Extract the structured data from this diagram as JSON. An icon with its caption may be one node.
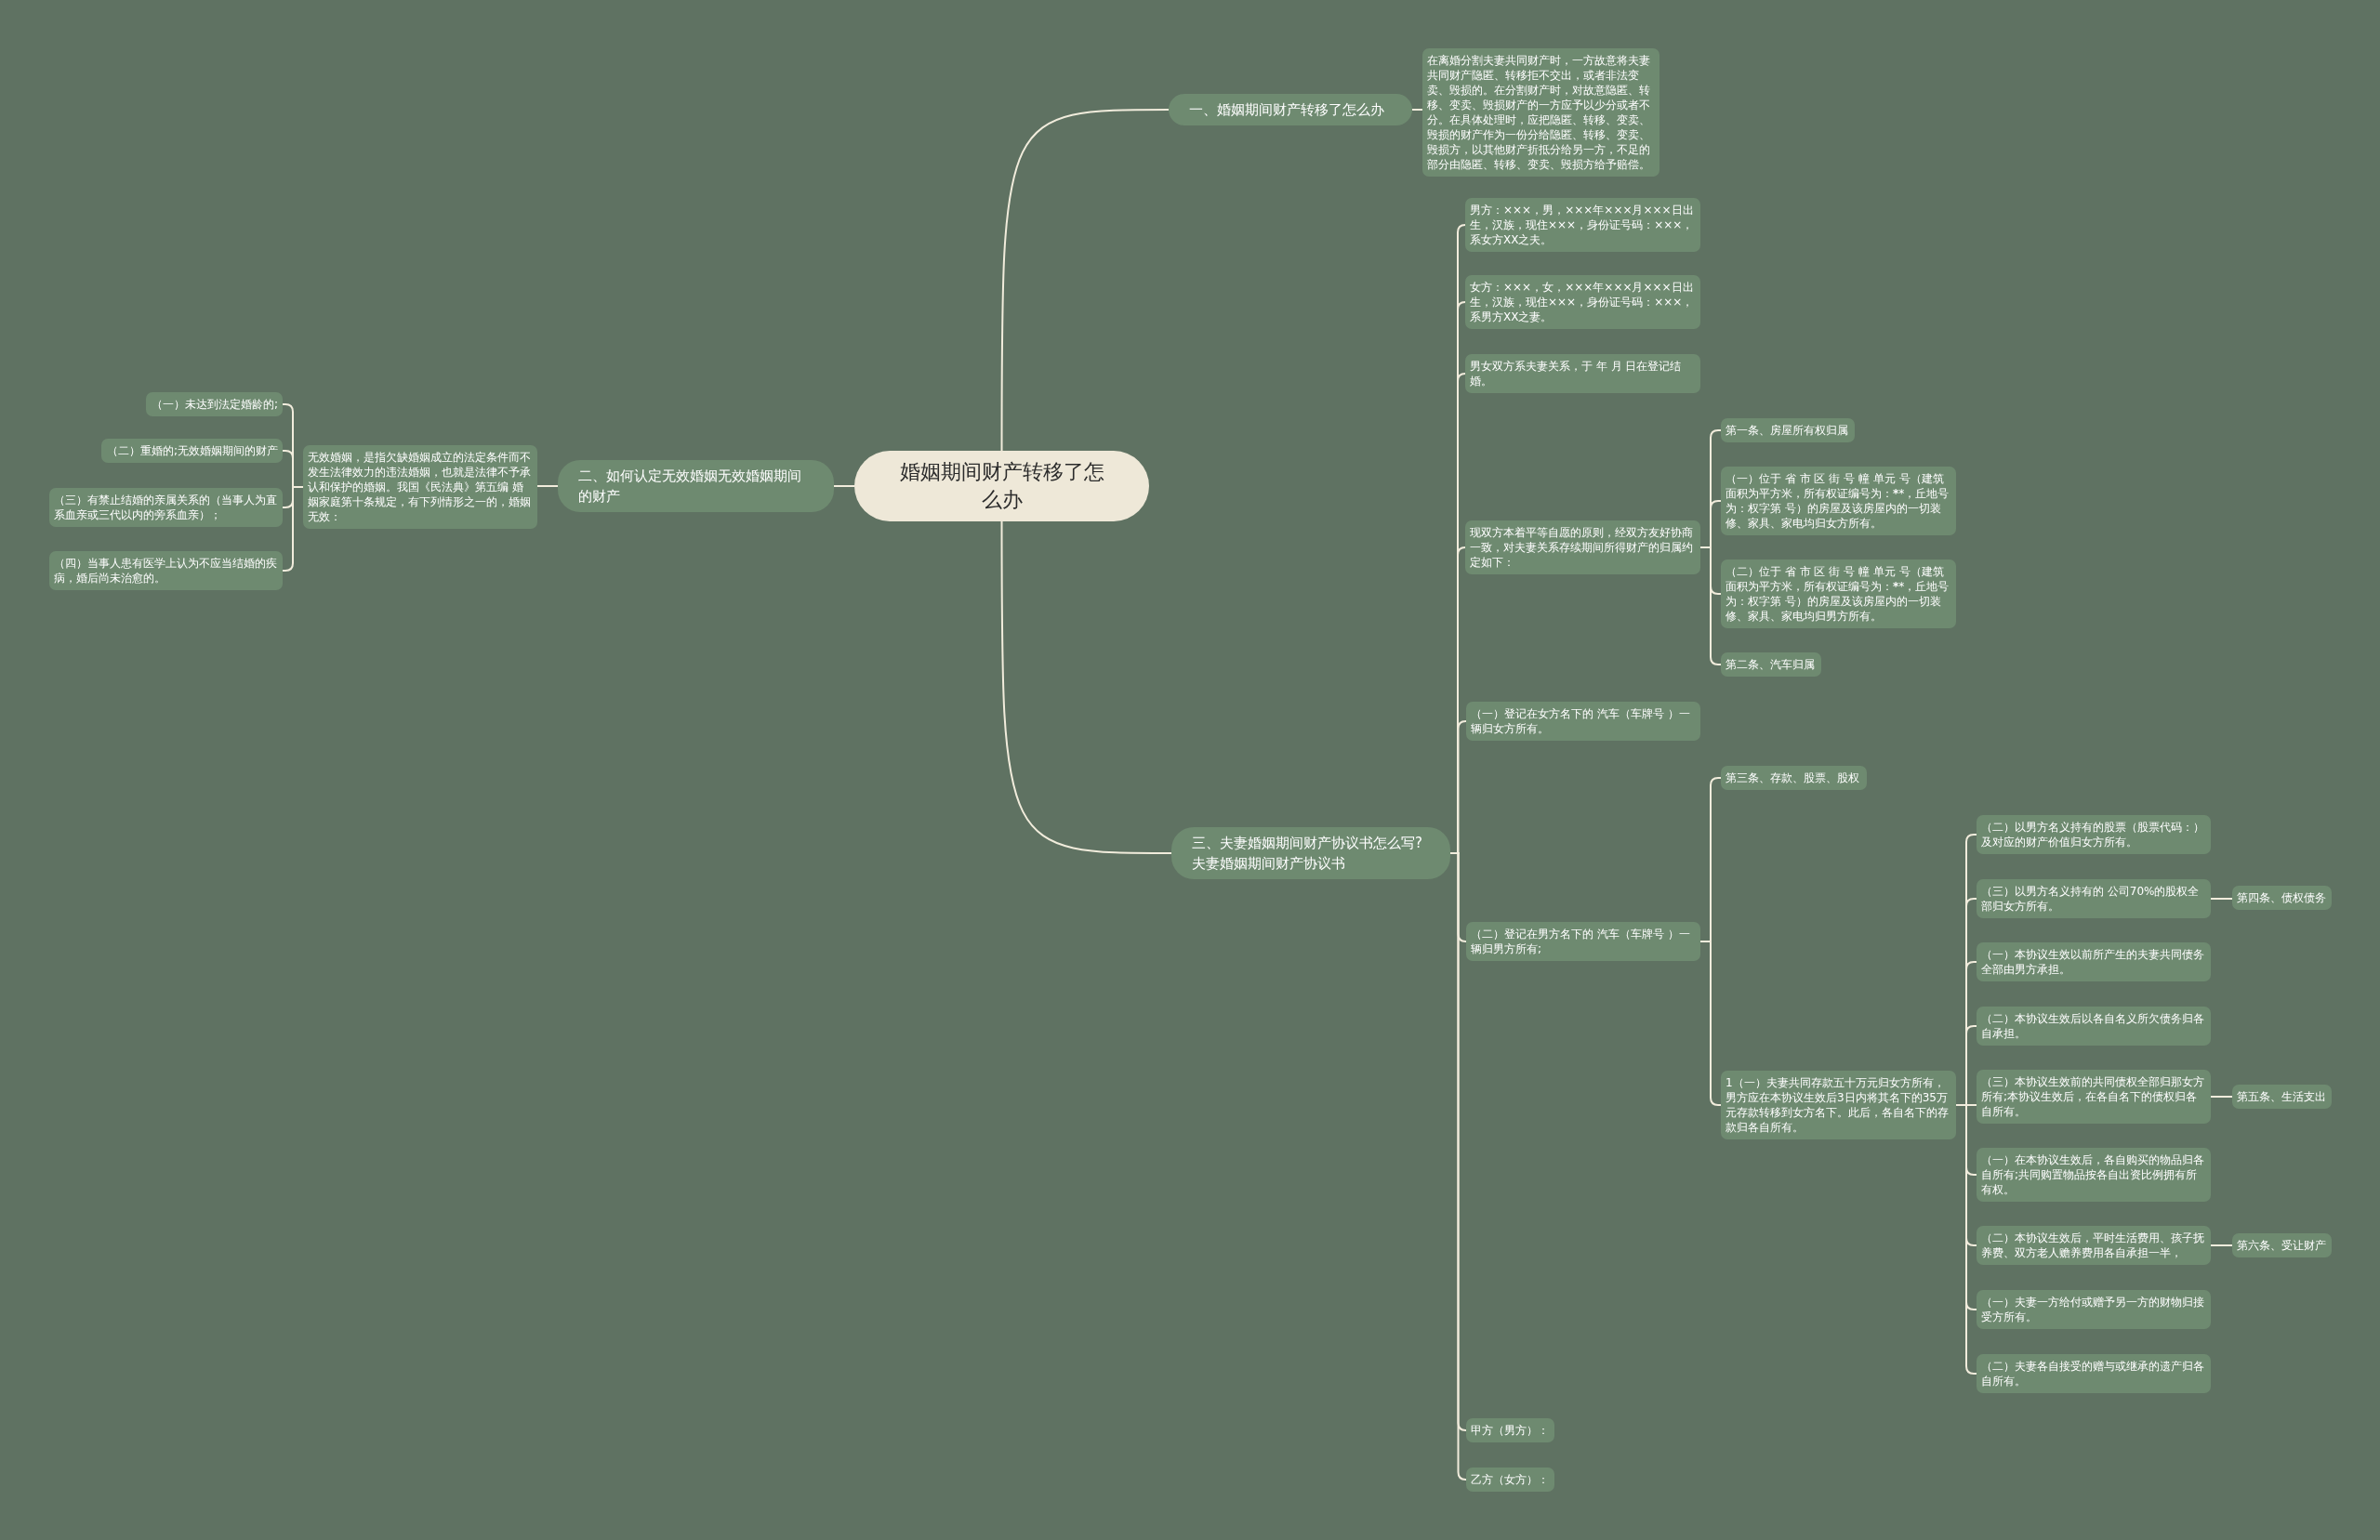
{
  "diagram": {
    "nodes": [
      {
        "text": [
          "婚姻期间财产转移了怎么办"
        ]
      },
      {
        "text": [
          "一、婚姻期间财产转移了怎么办"
        ]
      },
      {
        "text": [
          "在离婚分割夫妻共同财产时，一方故意将夫妻共同财产隐匿、转移拒不交出，或者非法变卖、毁损的。在分割财产时，对故意隐匿、转移、变卖、毁损财产的一方应予以少分或者不分。在具体处理时，应把隐匿、转移、变卖、毁损的财产作为一份分给隐匿、转移、变卖、毁损方，以其他财产折抵分给另一方，不足的部分由隐匿、转移、变卖、毁损方给予赔偿。"
        ]
      },
      {
        "text": [
          "二、如何认定无效婚姻无效婚姻期间的财产"
        ]
      },
      {
        "text": [
          "无效婚姻，是指欠缺婚姻成立的法定条件而不发生法律效力的违法婚姻，也就是法律不予承认和保护的婚姻。我国《民法典》第五编 婚姻家庭第十条规定，有下列情形之一的，婚姻无效："
        ]
      },
      {
        "text": [
          "（一）未达到法定婚龄的;"
        ]
      },
      {
        "text": [
          "（二）重婚的;无效婚姻期间的财产"
        ]
      },
      {
        "text": [
          "（三）有禁止结婚的亲属关系的（当事人为直系血亲或三代以内的旁系血亲）；"
        ]
      },
      {
        "text": [
          "（四）当事人患有医学上认为不应当结婚的疾病，婚后尚未治愈的。"
        ]
      },
      {
        "text": [
          "三、夫妻婚姻期间财产协议书怎么写?夫妻婚姻期间财产协议书"
        ]
      },
      {
        "text": [
          "男方：×××，男，×××年×××月×××日出生，汉族，现住×××，身份证号码：×××，系女方XX之夫。"
        ]
      },
      {
        "text": [
          "女方：×××，女，×××年×××月×××日出生，汉族，现住×××，身份证号码：×××，系男方XX之妻。"
        ]
      },
      {
        "text": [
          "男女双方系夫妻关系，于 年 月 日在登记结婚。"
        ]
      },
      {
        "text": [
          "现双方本着平等自愿的原则，经双方友好协商一致，对夫妻关系存续期间所得财产的归属约定如下："
        ]
      },
      {
        "text": [
          "第一条、房屋所有权归属"
        ]
      },
      {
        "text": [
          "（一）位于 省 市 区 街 号 幢 单元 号（建筑面积为平方米，所有权证编号为：******，丘地号为：权字第 号）的房屋及该房屋内的一切装修、家具、家电均归女方所有。"
        ]
      },
      {
        "text": [
          "（二）位于 省 市 区 街 号 幢 单元 号（建筑面积为平方米，所有权证编号为：******，丘地号为：权字第 号）的房屋及该房屋内的一切装修、家具、家电均归男方所有。"
        ]
      },
      {
        "text": [
          "第二条、汽车归属"
        ]
      },
      {
        "text": [
          "（一）登记在女方名下的 汽车（车牌号 ）一辆归女方所有。"
        ]
      },
      {
        "text": [
          "（二）登记在男方名下的 汽车（车牌号 ）一辆归男方所有;"
        ]
      },
      {
        "text": [
          "第三条、存款、股票、股权"
        ]
      },
      {
        "text": [
          "1（一）夫妻共同存款五十万元归女方所有，男方应在本协议生效后3日内将其名下的35万元存款转移到女方名下。此后，各自名下的存款归各自所有。"
        ]
      },
      {
        "text": [
          "（二）以男方名义持有的股票（股票代码：）及对应的财产价值归女方所有。"
        ]
      },
      {
        "text": [
          "（三）以男方名义持有的 公司70%的股权全部归女方所有。"
        ]
      },
      {
        "text": [
          "第四条、债权债务"
        ]
      },
      {
        "text": [
          "（一）本协议生效以前所产生的夫妻共同债务全部由男方承担。"
        ]
      },
      {
        "text": [
          "（二）本协议生效后以各自名义所欠债务归各自承担。"
        ]
      },
      {
        "text": [
          "（三）本协议生效前的共同债权全部归那女方所有;本协议生效后，在各自名下的债权归各自所有。"
        ]
      },
      {
        "text": [
          "第五条、生活支出"
        ]
      },
      {
        "text": [
          "（一）在本协议生效后，各自购买的物品归各自所有;共同购置物品按各自出资比例拥有所有权。"
        ]
      },
      {
        "text": [
          "（二）本协议生效后，平时生活费用、孩子抚养费、双方老人赡养费用各自承担一半，"
        ]
      },
      {
        "text": [
          "第六条、受让财产"
        ]
      },
      {
        "text": [
          "（一）夫妻一方给付或赠予另一方的财物归接受方所有。"
        ]
      },
      {
        "text": [
          "（二）夫妻各自接受的赠与或继承的遗产归各自所有。"
        ]
      },
      {
        "text": [
          "甲方（男方）："
        ]
      },
      {
        "text": [
          "乙方（女方）："
        ]
      }
    ],
    "edges": [
      {
        "from": 0,
        "to": 1,
        "arrow": "none"
      },
      {
        "from": 1,
        "to": 2,
        "arrow": "none"
      },
      {
        "from": 0,
        "to": 3,
        "arrow": "none"
      },
      {
        "from": 3,
        "to": 4,
        "arrow": "none"
      },
      {
        "from": 4,
        "to": 5,
        "arrow": "none"
      },
      {
        "from": 4,
        "to": 6,
        "arrow": "none"
      },
      {
        "from": 4,
        "to": 7,
        "arrow": "none"
      },
      {
        "from": 4,
        "to": 8,
        "arrow": "none"
      },
      {
        "from": 0,
        "to": 9,
        "arrow": "none"
      },
      {
        "from": 9,
        "to": 10,
        "arrow": "none"
      },
      {
        "from": 9,
        "to": 11,
        "arrow": "none"
      },
      {
        "from": 9,
        "to": 12,
        "arrow": "none"
      },
      {
        "from": 9,
        "to": 13,
        "arrow": "none"
      },
      {
        "from": 13,
        "to": 14,
        "arrow": "none"
      },
      {
        "from": 13,
        "to": 15,
        "arrow": "none"
      },
      {
        "from": 13,
        "to": 16,
        "arrow": "none"
      },
      {
        "from": 13,
        "to": 17,
        "arrow": "none"
      },
      {
        "from": 9,
        "to": 18,
        "arrow": "none"
      },
      {
        "from": 9,
        "to": 19,
        "arrow": "none"
      },
      {
        "from": 19,
        "to": 20,
        "arrow": "none"
      },
      {
        "from": 19,
        "to": 21,
        "arrow": "none"
      },
      {
        "from": 21,
        "to": 22,
        "arrow": "none"
      },
      {
        "from": 21,
        "to": 23,
        "arrow": "none"
      },
      {
        "from": 23,
        "to": 24,
        "arrow": "none"
      },
      {
        "from": 21,
        "to": 25,
        "arrow": "none"
      },
      {
        "from": 21,
        "to": 26,
        "arrow": "none"
      },
      {
        "from": 21,
        "to": 27,
        "arrow": "none"
      },
      {
        "from": 27,
        "to": 28,
        "arrow": "none"
      },
      {
        "from": 21,
        "to": 29,
        "arrow": "none"
      },
      {
        "from": 21,
        "to": 30,
        "arrow": "none"
      },
      {
        "from": 30,
        "to": 31,
        "arrow": "none"
      },
      {
        "from": 21,
        "to": 32,
        "arrow": "none"
      },
      {
        "from": 21,
        "to": 33,
        "arrow": "none"
      },
      {
        "from": 9,
        "to": 34,
        "arrow": "none"
      },
      {
        "from": 9,
        "to": 35,
        "arrow": "none"
      }
    ]
  }
}
